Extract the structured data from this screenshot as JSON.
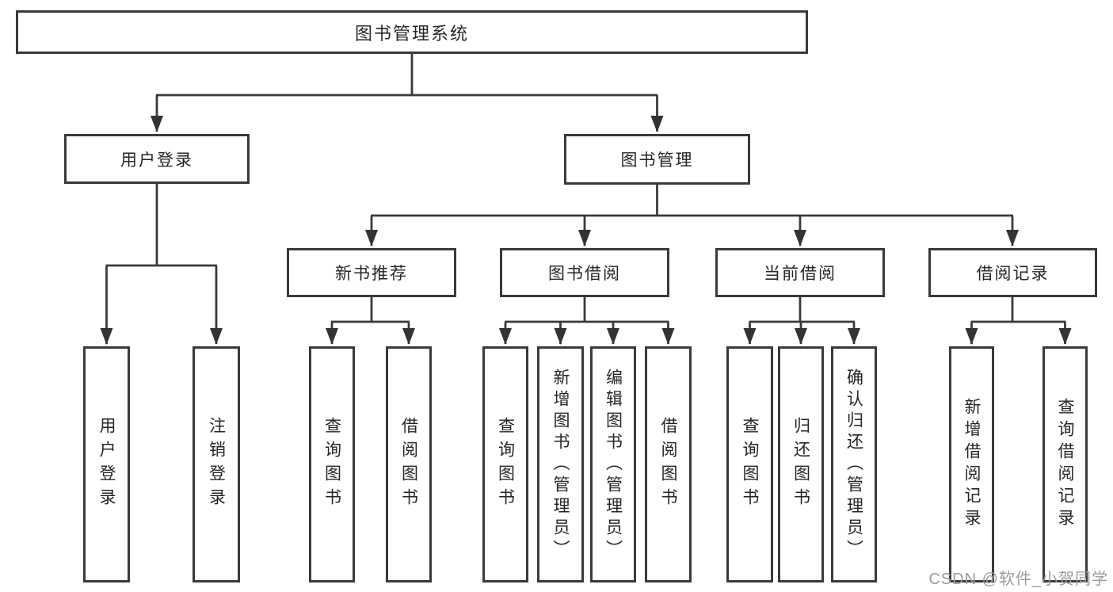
{
  "diagram": {
    "title": "图书管理系统",
    "watermark": "CSDN @软件_小贺同学",
    "line_color": "#3a3a3a",
    "labels": {
      "root": "图书管理系统",
      "user_login": "用户登录",
      "book_mgmt": "图书管理",
      "new_rec": "新书推荐",
      "book_borrow": "图书借阅",
      "current_borrow": "当前借阅",
      "borrow_records": "借阅记录",
      "ul_login": "用户登录",
      "ul_logout": "注销登录",
      "nr_query": "查询图书",
      "nr_borrow": "借阅图书",
      "bb_query": "查询图书",
      "bb_add": "新增图书（管理员）",
      "bb_edit": "编辑图书（管理员）",
      "bb_borrow": "借阅图书",
      "cb_query": "查询图书",
      "cb_return": "归还图书",
      "cb_confirm": "确认归还（管理员）",
      "br_add": "新增借阅记录",
      "br_query": "查询借阅记录"
    }
  }
}
